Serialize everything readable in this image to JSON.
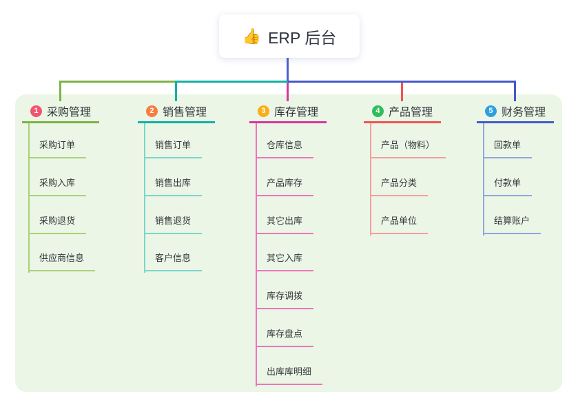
{
  "canvas": {
    "background": "#ffffff",
    "panel_background": "#ebf6e6"
  },
  "root": {
    "icon": "👍",
    "title": "ERP 后台",
    "line_color": "#4c5ed0"
  },
  "branches": [
    {
      "badge": "1",
      "label": "采购管理",
      "colors": {
        "badge": "#f4536e",
        "main": "#7cb342",
        "light": "#a8d378"
      },
      "children": [
        "采购订单",
        "采购入库",
        "采购退货",
        "供应商信息"
      ]
    },
    {
      "badge": "2",
      "label": "销售管理",
      "colors": {
        "badge": "#f87d3e",
        "main": "#10b1a4",
        "light": "#7bd6cb"
      },
      "children": [
        "销售订单",
        "销售出库",
        "销售退货",
        "客户信息"
      ]
    },
    {
      "badge": "3",
      "label": "库存管理",
      "colors": {
        "badge": "#f9b018",
        "main": "#d8359f",
        "light": "#ef74ba"
      },
      "children": [
        "仓库信息",
        "产品库存",
        "其它出库",
        "其它入库",
        "库存调拨",
        "库存盘点",
        "出库库明细"
      ]
    },
    {
      "badge": "4",
      "label": "产品管理",
      "colors": {
        "badge": "#2fbe5a",
        "main": "#f15353",
        "light": "#f59e9e"
      },
      "children": [
        "产品（物料）",
        "产品分类",
        "产品单位"
      ]
    },
    {
      "badge": "5",
      "label": "财务管理",
      "colors": {
        "badge": "#2d9fe0",
        "main": "#4458cb",
        "light": "#8fa6de"
      },
      "children": [
        "回款单",
        "付款单",
        "结算账户"
      ]
    }
  ]
}
